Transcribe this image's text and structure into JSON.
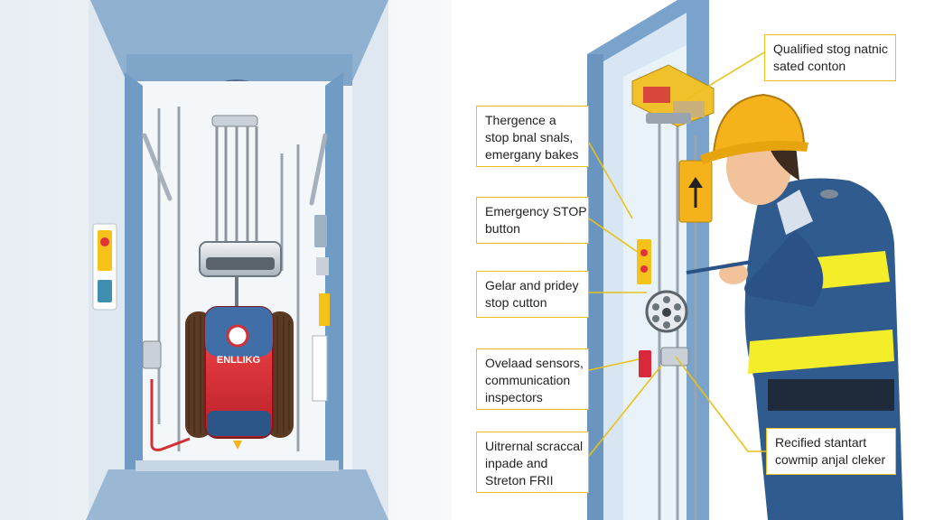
{
  "callouts": {
    "top_right": [
      "Qualified stog natnic",
      "sated conton"
    ],
    "brakes": [
      "Thergence a",
      "stop bnal snals,",
      "emergany bakes"
    ],
    "emergency_stop": [
      "Emergency STOP",
      "button"
    ],
    "gelar": [
      "Gelar and pridey",
      "stop cutton"
    ],
    "overload": [
      "Ovelaad sensors,",
      "communication",
      "inspectors"
    ],
    "internal": [
      "Uitrernal scraccal",
      "inpade and",
      "Streton FRII"
    ],
    "rectified": [
      "Recified stantart",
      "cowmip anjal cleker"
    ]
  },
  "machine_label": "ENLLIKG",
  "colors": {
    "callout_border": "#e8c21a",
    "leader_line": "#e8c21a",
    "shaft_blue": "#5b8fc6",
    "hard_hat": "#f5b21a",
    "uniform": "#2f5b8f",
    "reflective_stripe": "#f4ee2a",
    "machine_red": "#e0343a"
  },
  "icons": [
    "hard-hat-icon",
    "up-arrow-icon",
    "stop-button-icon"
  ]
}
